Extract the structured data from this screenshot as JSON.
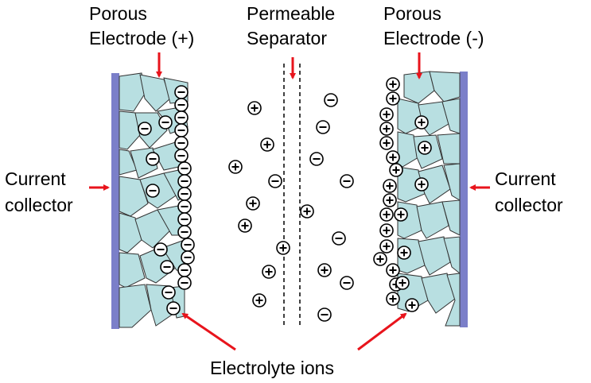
{
  "labels": {
    "porous_electrode_pos": [
      "Porous",
      "Electrode (+)"
    ],
    "permeable_separator": [
      "Permeable",
      "Separator"
    ],
    "porous_electrode_neg": [
      "Porous",
      "Electrode (-)"
    ],
    "current_collector_left": [
      "Current",
      "collector"
    ],
    "current_collector_right": [
      "Current",
      "collector"
    ],
    "electrolyte_ions": "Electrolyte ions"
  },
  "ion_signs": {
    "positive": "+",
    "negative": "−"
  },
  "colors": {
    "collector": "#7b7fc9",
    "particle_fill": "#b8dfe1",
    "particle_stroke": "#333333",
    "arrow": "#e8141c",
    "ion_stroke": "#000000",
    "separator": "#000000"
  }
}
